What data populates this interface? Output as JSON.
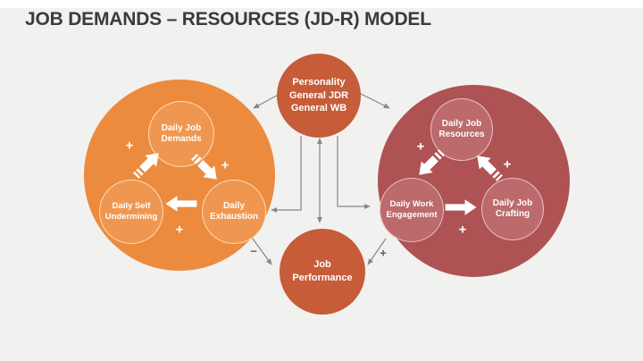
{
  "title": "JOB DEMANDS – RESOURCES (JD-R) MODEL",
  "diagram": {
    "hub_top": {
      "label": "Personality\nGeneral JDR\nGeneral WB"
    },
    "hub_bottom": {
      "label": "Job\nPerformance"
    },
    "left_cluster": {
      "nodes": {
        "demands": {
          "label": "Daily Job\nDemands"
        },
        "undermining": {
          "label": "Daily Self\nUndermining"
        },
        "exhaustion": {
          "label": "Daily\nExhaustion"
        }
      },
      "signs": {
        "undermining_to_demands": "+",
        "demands_to_exhaustion": "+",
        "exhaustion_to_undermining": "+"
      }
    },
    "right_cluster": {
      "nodes": {
        "resources": {
          "label": "Daily Job\nResources"
        },
        "engagement": {
          "label": "Daily Work\nEngagement"
        },
        "crafting": {
          "label": "Daily Job\nCrafting"
        }
      },
      "signs": {
        "resources_to_engagement": "+",
        "crafting_to_resources": "+",
        "engagement_to_crafting": "+"
      }
    },
    "edge_signs": {
      "exhaustion_to_performance": "−",
      "engagement_to_performance": "+"
    }
  },
  "colors": {
    "background": "#f1f1ef",
    "title_text": "#3b3b3b",
    "left_circle": "#EC8B3E",
    "left_node": "#EF9750",
    "right_circle": "#AF5254",
    "right_node": "#BC6A6C",
    "hub_circle": "#C65C38",
    "connector": "#868686",
    "arrow": "#FFFFFF"
  }
}
